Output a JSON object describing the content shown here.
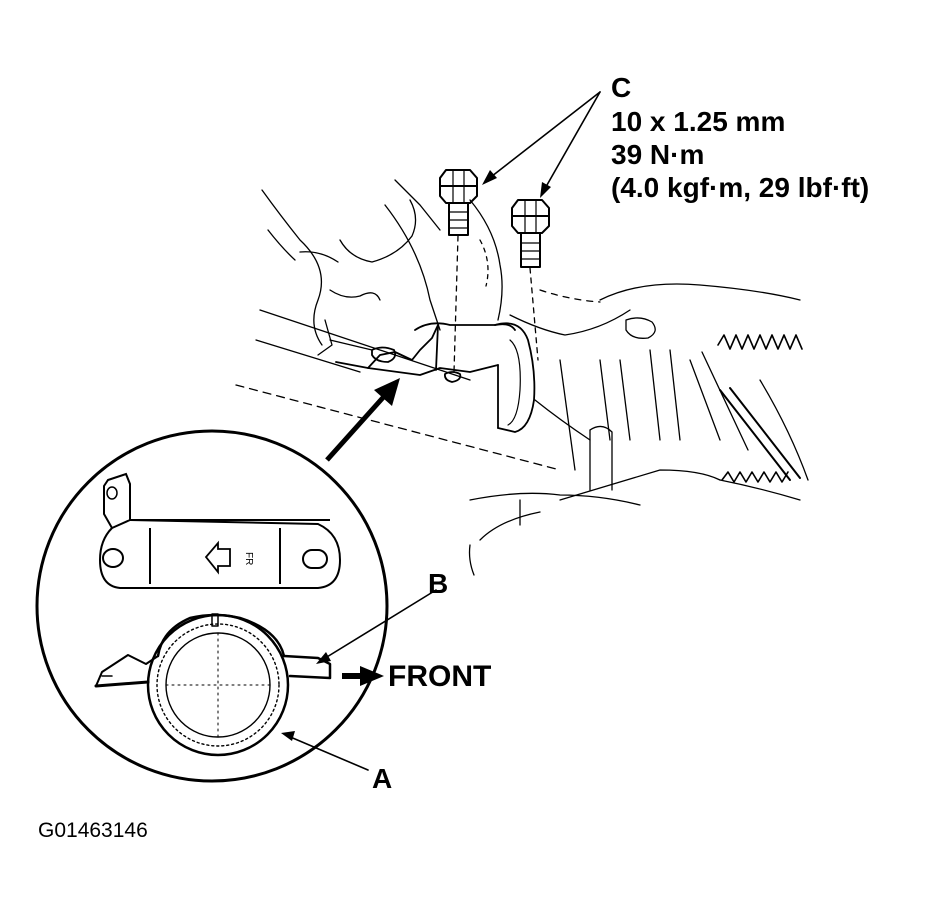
{
  "labels": {
    "c": "C",
    "b": "B",
    "a": "A",
    "front": "FRONT"
  },
  "spec": {
    "size": "10 x 1.25 mm",
    "torque_nm": "39 N·m",
    "torque_alt": "(4.0 kgf·m, 29 lbf·ft)"
  },
  "bracket_marking": "FR",
  "figure_code": "G01463146",
  "colors": {
    "ink": "#000000",
    "paper": "#ffffff"
  }
}
